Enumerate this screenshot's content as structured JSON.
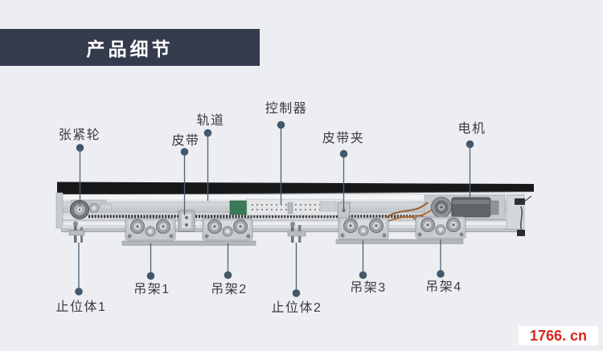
{
  "banner": {
    "title": "产品细节"
  },
  "diagram": {
    "top_labels": [
      {
        "name": "tensioner",
        "text": "张紧轮"
      },
      {
        "name": "belt",
        "text": "皮带"
      },
      {
        "name": "track",
        "text": "轨道"
      },
      {
        "name": "controller",
        "text": "控制器"
      },
      {
        "name": "belt-clamp",
        "text": "皮带夹"
      },
      {
        "name": "motor",
        "text": "电机"
      }
    ],
    "bottom_labels": [
      {
        "name": "stopper-1",
        "text": "止位体1"
      },
      {
        "name": "hanger-1",
        "text": "吊架1"
      },
      {
        "name": "hanger-2",
        "text": "吊架2"
      },
      {
        "name": "stopper-2",
        "text": "止位体2"
      },
      {
        "name": "hanger-3",
        "text": "吊架3"
      },
      {
        "name": "hanger-4",
        "text": "吊架4"
      }
    ]
  },
  "watermark": {
    "text": "1766. cn"
  },
  "colors": {
    "background": "#eceef1",
    "banner_bg": "#343b4c",
    "banner_text": "#ffffff",
    "label_text": "#3a3b3d",
    "callout": "#45607a",
    "watermark_red": "#d9251b",
    "watermark_bg": "#ffffff"
  }
}
